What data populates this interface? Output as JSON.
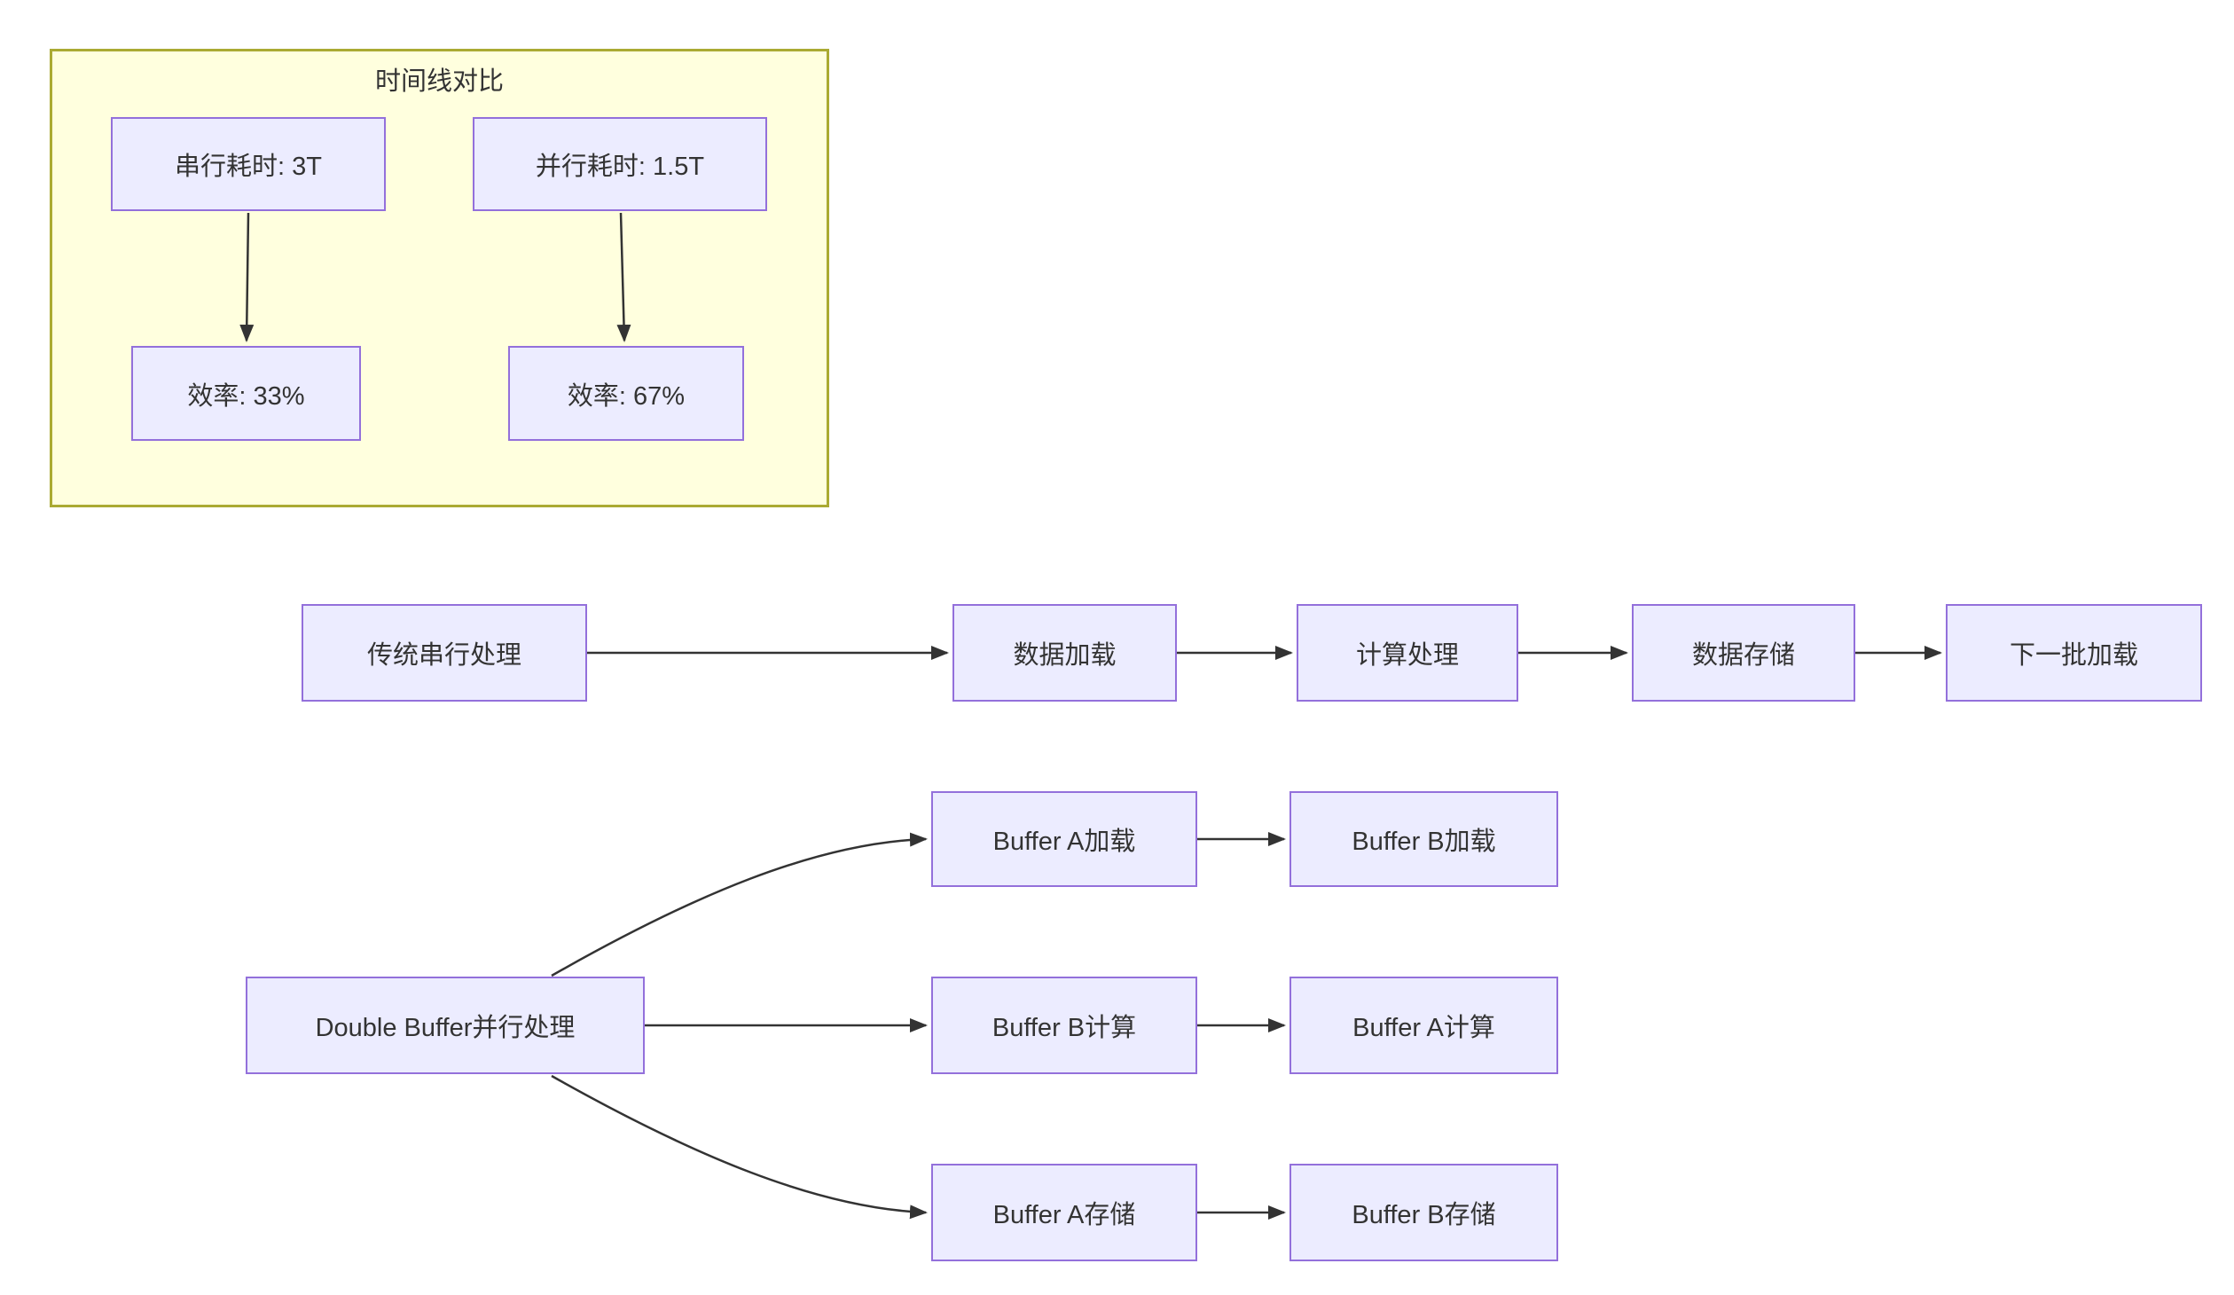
{
  "diagram": {
    "type": "flowchart",
    "cluster": {
      "title": "时间线对比"
    },
    "nodes": {
      "serial_time": "串行耗时: 3T",
      "parallel_time": "并行耗时: 1.5T",
      "serial_eff": "效率: 33%",
      "parallel_eff": "效率: 67%",
      "traditional": "传统串行处理",
      "load": "数据加载",
      "compute": "计算处理",
      "store": "数据存储",
      "next_batch": "下一批加载",
      "double_buffer": "Double Buffer并行处理",
      "buf_a_load": "Buffer A加载",
      "buf_b_load": "Buffer B加载",
      "buf_b_compute": "Buffer B计算",
      "buf_a_compute": "Buffer A计算",
      "buf_a_store": "Buffer A存储",
      "buf_b_store": "Buffer B存储"
    },
    "edges": [
      {
        "from": "serial_time",
        "to": "serial_eff"
      },
      {
        "from": "parallel_time",
        "to": "parallel_eff"
      },
      {
        "from": "traditional",
        "to": "load"
      },
      {
        "from": "load",
        "to": "compute"
      },
      {
        "from": "compute",
        "to": "store"
      },
      {
        "from": "store",
        "to": "next_batch"
      },
      {
        "from": "double_buffer",
        "to": "buf_a_load"
      },
      {
        "from": "double_buffer",
        "to": "buf_b_compute"
      },
      {
        "from": "double_buffer",
        "to": "buf_a_store"
      },
      {
        "from": "buf_a_load",
        "to": "buf_b_load"
      },
      {
        "from": "buf_b_compute",
        "to": "buf_a_compute"
      },
      {
        "from": "buf_a_store",
        "to": "buf_b_store"
      }
    ],
    "colors": {
      "node_fill": "#ECECFF",
      "node_border": "#9370DB",
      "cluster_fill": "#FFFFDE",
      "cluster_border": "#AAAA33",
      "edge_color": "#333333",
      "text_color": "#333333",
      "background": "#FFFFFF"
    }
  }
}
